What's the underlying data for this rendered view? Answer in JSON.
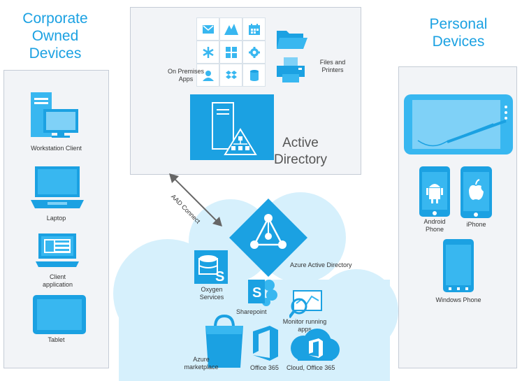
{
  "headings": {
    "corporate": "Corporate Owned Devices",
    "personal": "Personal Devices"
  },
  "corporate_devices": {
    "workstation": "Workstation Client",
    "laptop": "Laptop",
    "client_app": "Client application",
    "tablet": "Tablet"
  },
  "on_premises": {
    "apps_label": "On Premises Apps",
    "files_label": "Files and Printers",
    "ad_label": "Active Directory"
  },
  "connector": {
    "label": "AAD Connect"
  },
  "cloud": {
    "aad_label": "Azure Active Directory",
    "oxygen_label": "Oxygen Services",
    "sharepoint_label": "Sharepoint",
    "monitor_label": "Monitor running apps",
    "marketplace_label": "Azure marketplace",
    "office365_label": "Office 365",
    "cloud_office_label": "Cloud, Office 365"
  },
  "personal_devices": {
    "android": "Android Phone",
    "iphone": "iPhone",
    "windows_phone": "Windows Phone"
  },
  "colors": {
    "accent": "#1ba1e2",
    "icon_fill": "#38b7f0",
    "cloud": "#d6f0fc",
    "panel": "#f2f4f7",
    "border": "#c5ccd6"
  }
}
